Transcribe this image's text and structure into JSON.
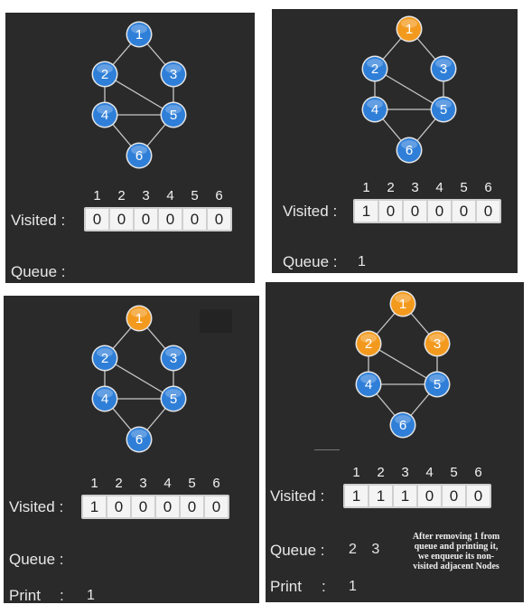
{
  "labels": {
    "visited": "Visited :",
    "queue": "Queue :",
    "print": "Print",
    "print_colon": ":"
  },
  "colors": {
    "unvisited": "#2f7fd8",
    "visited": "#f39a1e",
    "edge": "#c8c8c8"
  },
  "graph": {
    "nodes": [
      "1",
      "2",
      "3",
      "4",
      "5",
      "6"
    ],
    "edges": [
      [
        "1",
        "2"
      ],
      [
        "1",
        "3"
      ],
      [
        "2",
        "4"
      ],
      [
        "2",
        "5"
      ],
      [
        "3",
        "5"
      ],
      [
        "4",
        "5"
      ],
      [
        "4",
        "6"
      ],
      [
        "5",
        "6"
      ]
    ]
  },
  "panels": [
    {
      "indices": [
        "1",
        "2",
        "3",
        "4",
        "5",
        "6"
      ],
      "visited": [
        "0",
        "0",
        "0",
        "0",
        "0",
        "0"
      ],
      "queue": [],
      "print": null,
      "orange": []
    },
    {
      "indices": [
        "1",
        "2",
        "3",
        "4",
        "5",
        "6"
      ],
      "visited": [
        "1",
        "0",
        "0",
        "0",
        "0",
        "0"
      ],
      "queue": [
        "1"
      ],
      "print": null,
      "orange": [
        "1"
      ]
    },
    {
      "indices": [
        "1",
        "2",
        "3",
        "4",
        "5",
        "6"
      ],
      "visited": [
        "1",
        "0",
        "0",
        "0",
        "0",
        "0"
      ],
      "queue": [],
      "print": "1",
      "orange": [
        "1"
      ]
    },
    {
      "indices": [
        "1",
        "2",
        "3",
        "4",
        "5",
        "6"
      ],
      "visited": [
        "1",
        "1",
        "1",
        "0",
        "0",
        "0"
      ],
      "queue": [
        "2",
        "3"
      ],
      "print": "1",
      "orange": [
        "1",
        "2",
        "3"
      ],
      "note": [
        "After removing 1 from",
        "queue and printing it,",
        "we enqueue its non-",
        "visited adjacent Nodes"
      ]
    }
  ]
}
